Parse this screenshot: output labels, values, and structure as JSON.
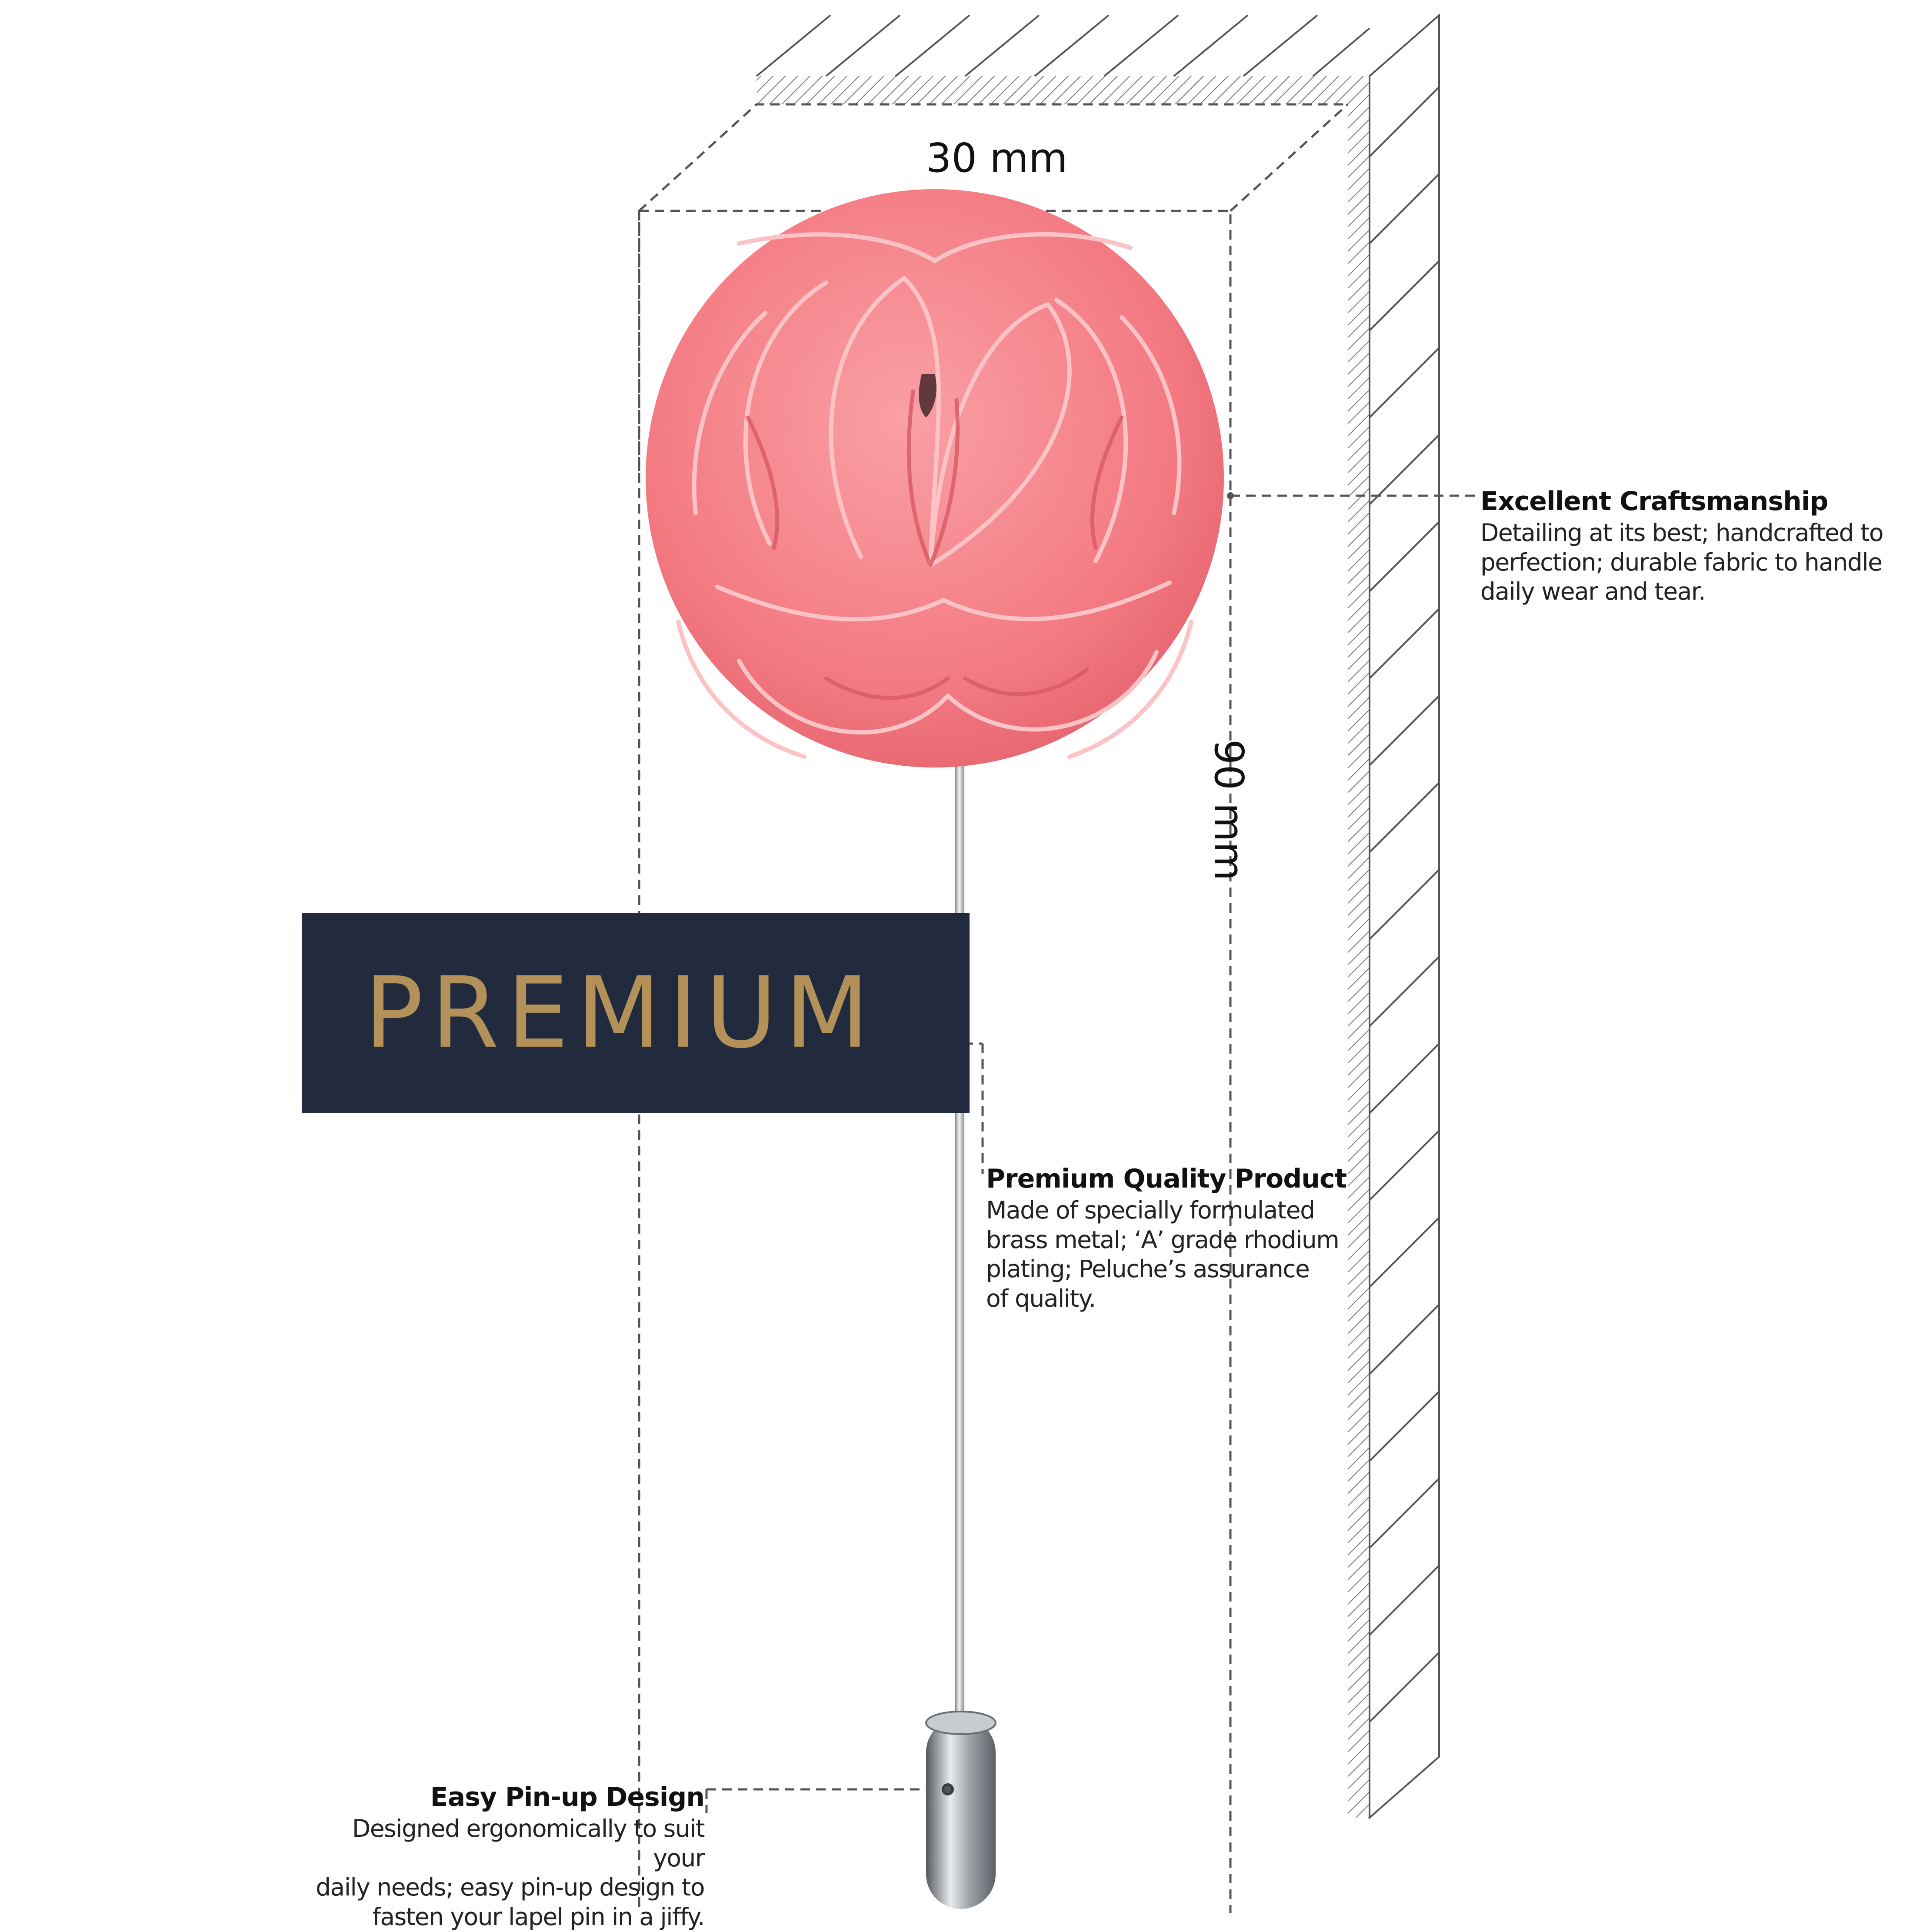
{
  "dimensions": {
    "width_label": "30 mm",
    "height_label": "90 mm"
  },
  "badge": {
    "label": "PREMIUM"
  },
  "features": {
    "craftsmanship": {
      "title": "Excellent Craftsmanship",
      "description": "Detailing at its best; handcrafted to\nperfection; durable fabric to handle\ndaily wear and tear."
    },
    "quality": {
      "title": "Premium Quality Product",
      "description": "Made of specially formulated\nbrass metal; ‘A’ grade rhodium\nplating; Peluche’s assurance\nof quality."
    },
    "pinup": {
      "title": "Easy Pin-up Design",
      "description": "Designed ergonomically to suit your\ndaily needs; easy pin-up design to\nfasten your lapel pin in a jiffy."
    }
  },
  "colors": {
    "flower": "#f47a82",
    "badge_background": "#222b3d",
    "badge_text": "#b5915a",
    "pin_metal": "#b9bcc0"
  },
  "icons": {
    "product": "lapel-pin-flower",
    "backdrop": "hatched-box-outline"
  }
}
